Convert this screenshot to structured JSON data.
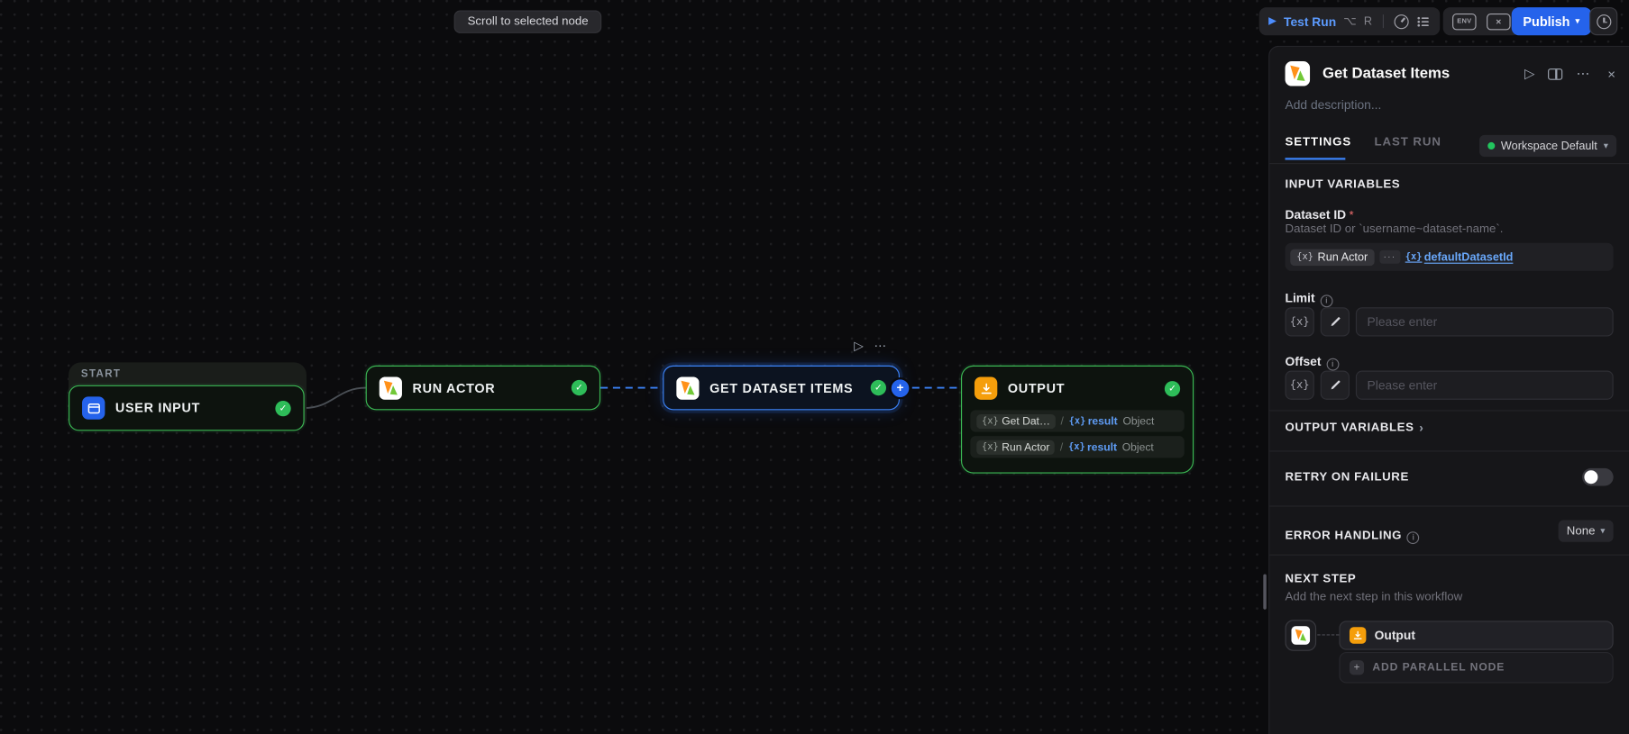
{
  "icons": {
    "play_filled": "▶",
    "play_outline": "▷",
    "chevron_down": "▾",
    "chevron_right": "›",
    "ellipsis": "⋯",
    "close": "×",
    "plus": "+",
    "check": "✓",
    "info": "i",
    "fx": "{x}",
    "dots": "···",
    "slash": "/"
  },
  "colors": {
    "accent_blue": "#2563eb",
    "selection_blue": "#3b82f6",
    "node_green": "#3bb854",
    "success_green": "#22c55e",
    "output_orange": "#f59e0b"
  },
  "topbar": {
    "scroll_hint": "Scroll to selected node",
    "test_run_label": "Test Run",
    "shortcut_alt": "⌥",
    "shortcut_key": "R",
    "env_label": "ENV",
    "publish_label": "Publish"
  },
  "canvas": {
    "start_label": "START",
    "nodes": {
      "user_input": "USER INPUT",
      "run_actor": "RUN ACTOR",
      "get_dataset": "GET DATASET ITEMS",
      "output": "OUTPUT"
    },
    "output_rows": [
      {
        "source": "Get Dat…",
        "variable": "result",
        "type": "Object"
      },
      {
        "source": "Run Actor",
        "variable": "result",
        "type": "Object"
      }
    ]
  },
  "panel": {
    "title": "Get Dataset Items",
    "description_placeholder": "Add description...",
    "tab_settings": "SETTINGS",
    "tab_last_run": "LAST RUN",
    "workspace_label": "Workspace Default",
    "input_variables_title": "INPUT VARIABLES",
    "dataset_id_label": "Dataset ID",
    "required_mark": "*",
    "dataset_id_help": "Dataset ID or `username~dataset-name`.",
    "dataset_chip_label": "Run Actor",
    "dataset_value": "defaultDatasetId",
    "limit_label": "Limit",
    "offset_label": "Offset",
    "number_placeholder": "Please enter",
    "output_variables_title": "OUTPUT VARIABLES",
    "retry_title": "RETRY ON FAILURE",
    "error_title": "ERROR HANDLING",
    "error_value": "None",
    "next_step_title": "NEXT STEP",
    "next_step_subtitle": "Add the next step in this workflow",
    "next_output_label": "Output",
    "add_parallel_label": "ADD PARALLEL NODE"
  }
}
